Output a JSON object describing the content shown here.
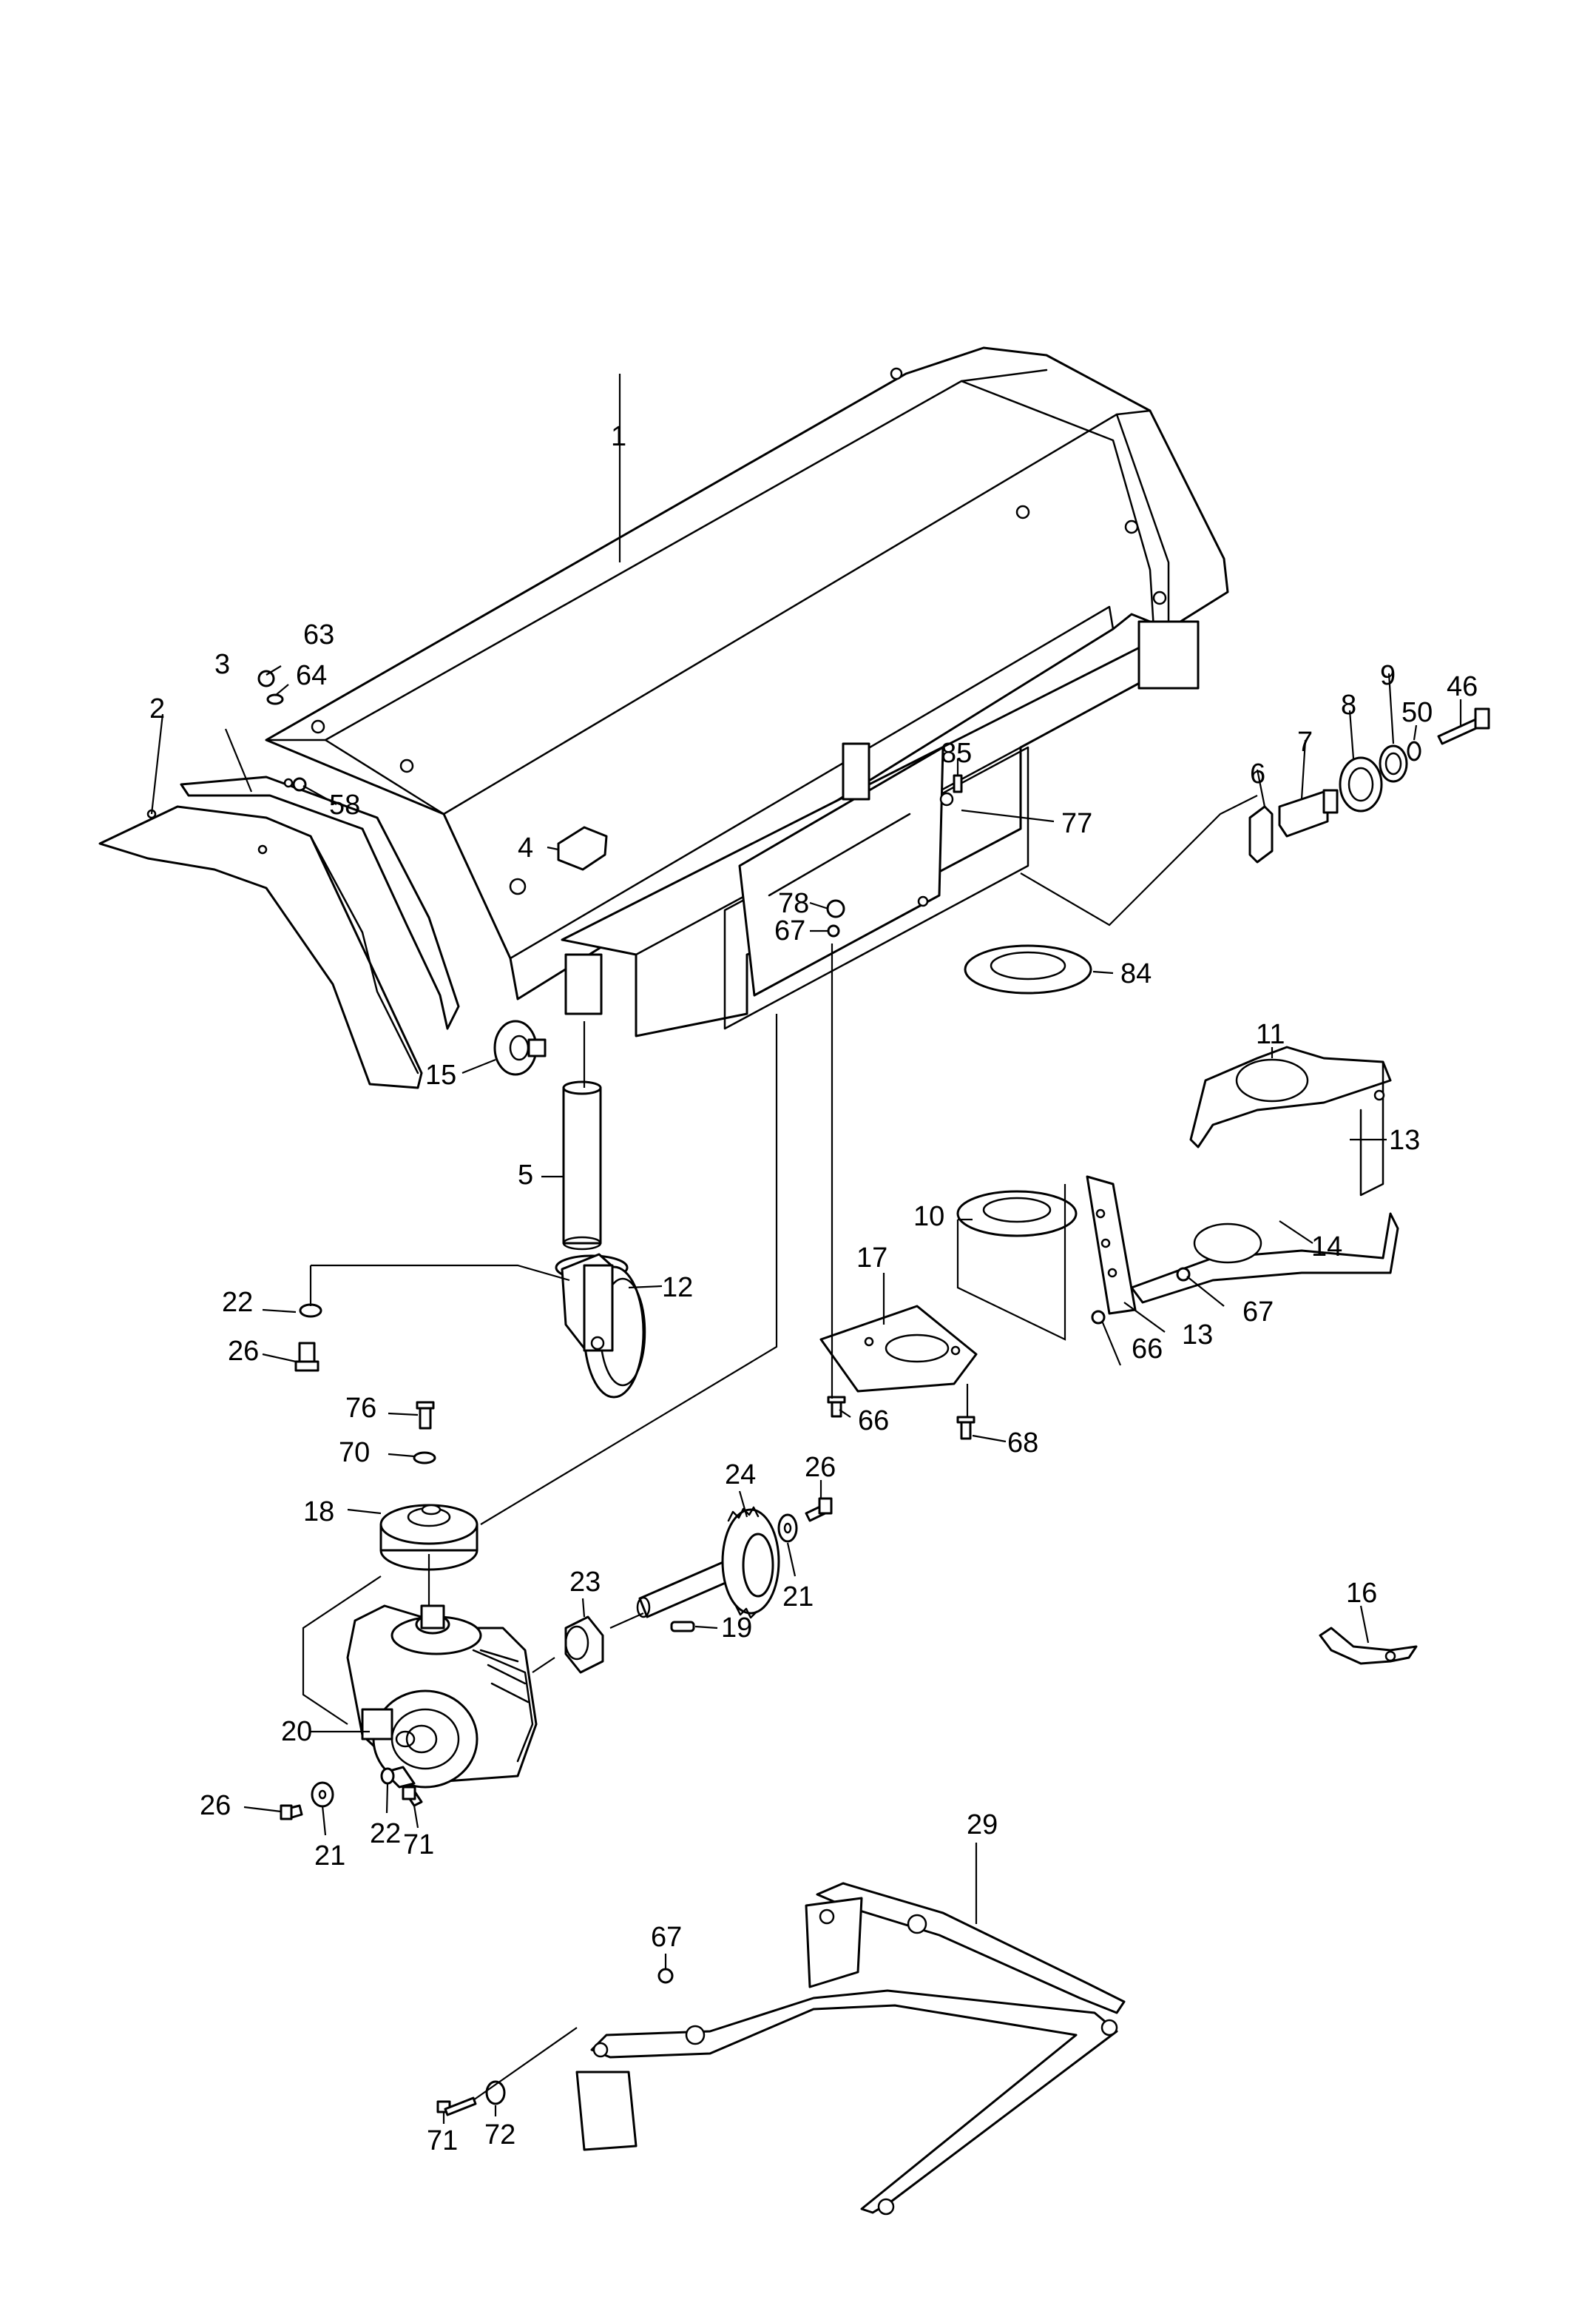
{
  "labels": {
    "p1": "1",
    "p2": "2",
    "p3": "3",
    "p4": "4",
    "p5": "5",
    "p6": "6",
    "p7": "7",
    "p8": "8",
    "p9": "9",
    "p10": "10",
    "p11": "11",
    "p12": "12",
    "p13a": "13",
    "p13b": "13",
    "p14": "14",
    "p15": "15",
    "p16": "16",
    "p17": "17",
    "p18": "18",
    "p19": "19",
    "p20": "20",
    "p21a": "21",
    "p21b": "21",
    "p22a": "22",
    "p22b": "22",
    "p23": "23",
    "p24": "24",
    "p26a": "26",
    "p26b": "26",
    "p26c": "26",
    "p29": "29",
    "p46": "46",
    "p50": "50",
    "p58": "58",
    "p63": "63",
    "p64": "64",
    "p66a": "66",
    "p66b": "66",
    "p67a": "67",
    "p67b": "67",
    "p67c": "67",
    "p68": "68",
    "p70": "70",
    "p71a": "71",
    "p71b": "71",
    "p72": "72",
    "p76": "76",
    "p77": "77",
    "p78": "78",
    "p84": "84",
    "p85": "85"
  }
}
